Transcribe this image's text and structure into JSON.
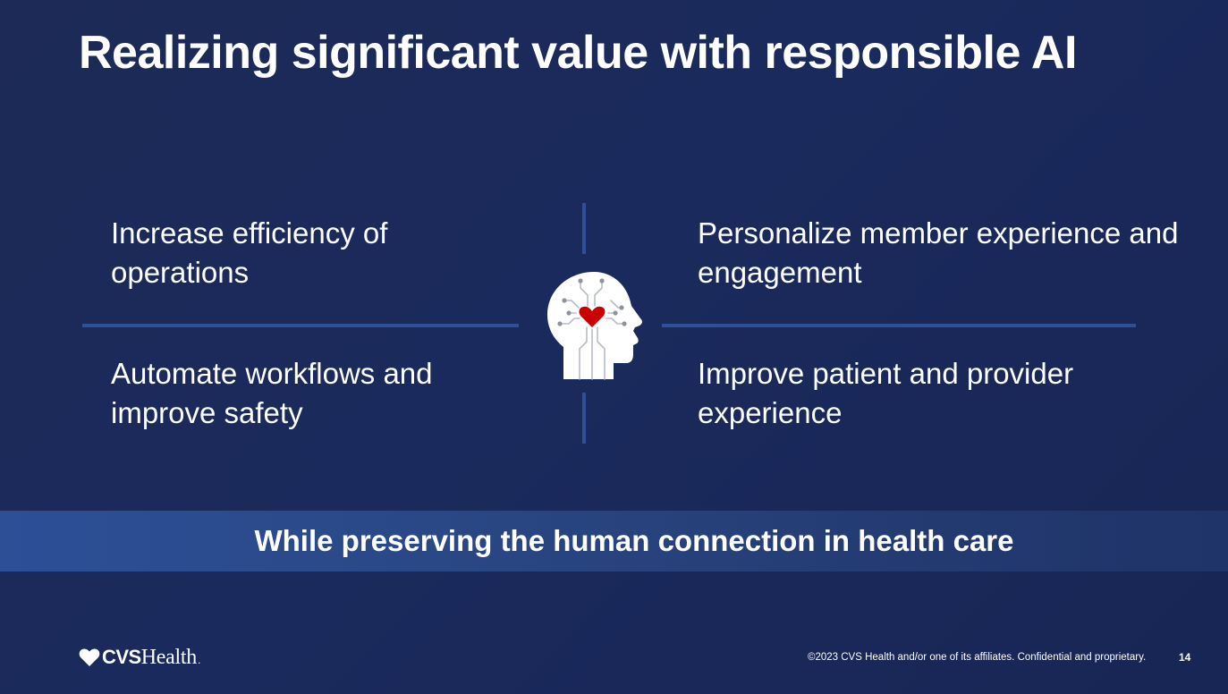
{
  "title": "Realizing significant value with responsible AI",
  "quadrants": {
    "top_left": "Increase efficiency of operations",
    "top_right": "Personalize member experience and engagement",
    "bottom_left": "Automate workflows and improve safety",
    "bottom_right": "Improve patient and provider experience"
  },
  "center_icon": "ai-head-heart-icon",
  "banner": "While preserving the human connection in health care",
  "footer": {
    "logo_brand": "CVS",
    "logo_suffix": "Health",
    "logo_dot": ".",
    "copyright": "©2023 CVS Health and/or one of its affiliates. Confidential and proprietary.",
    "page_number": "14"
  },
  "colors": {
    "background": "#1b2a5a",
    "divider": "#2f4f99",
    "banner": "#2c4f97",
    "heart": "#cc0000",
    "icon": "#ffffff"
  }
}
